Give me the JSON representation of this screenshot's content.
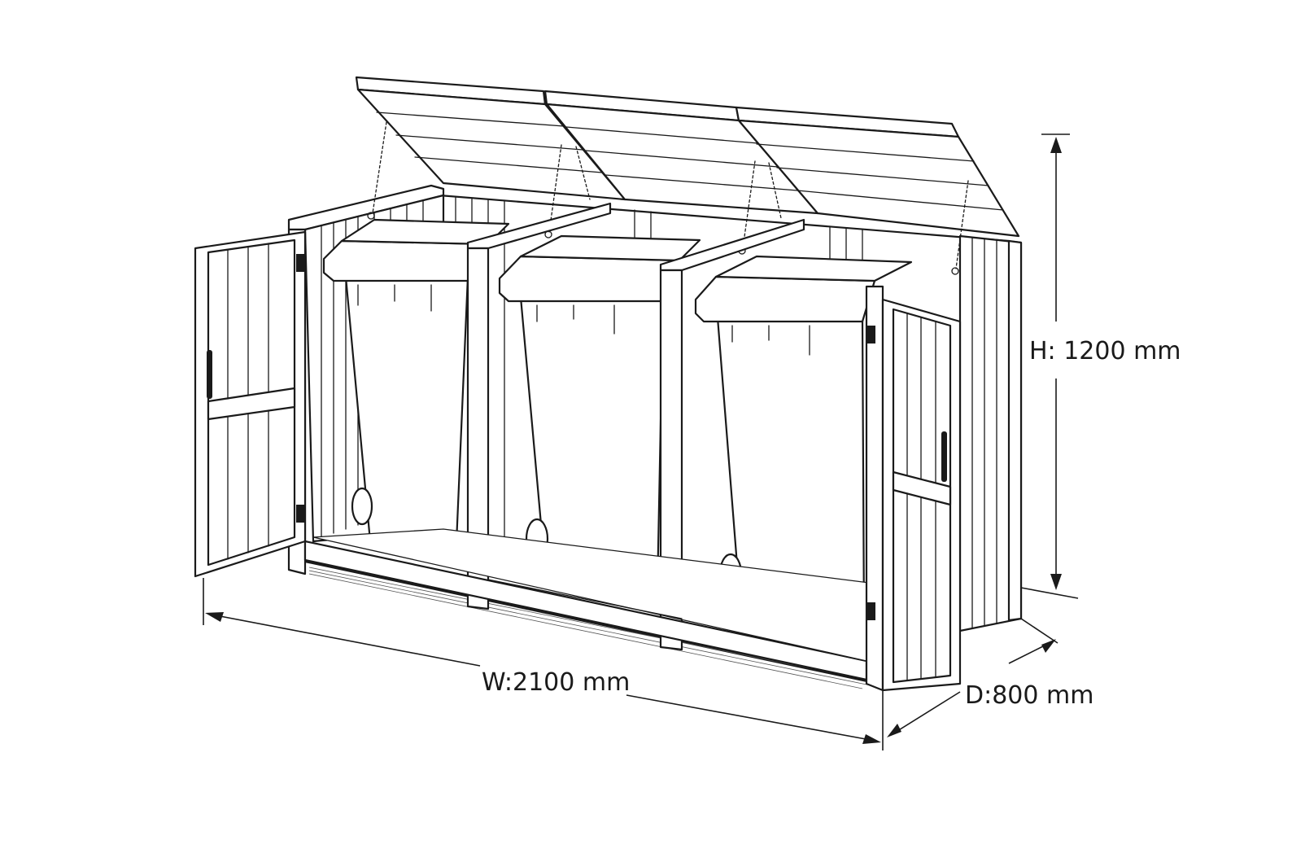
{
  "dimensions": {
    "width_label": "W:2100 mm",
    "depth_label": "D:800 mm",
    "height_label": "H: 1200 mm"
  },
  "colors": {
    "line": "#1a1a1a",
    "background": "#ffffff"
  },
  "icons": [
    "bin-store-drawing",
    "wheelie-bin-icon",
    "door-handle-icon",
    "hinge-icon",
    "lid-chain-icon"
  ]
}
